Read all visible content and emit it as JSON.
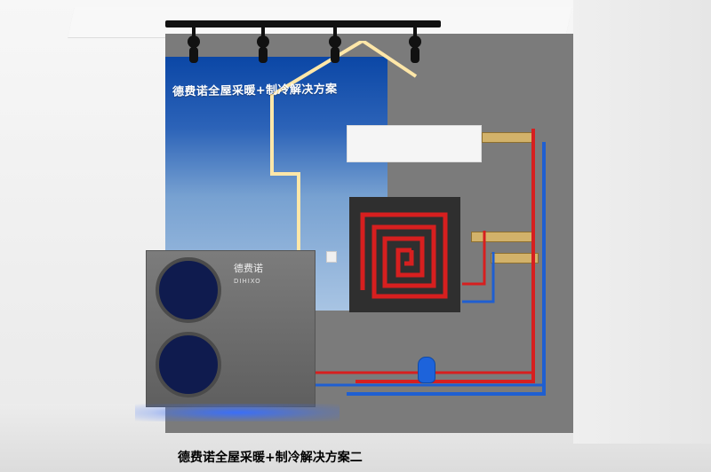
{
  "banner": {
    "text": "德费诺全屋采暖+制冷解决方案"
  },
  "unit": {
    "brand": "德费诺",
    "brand_sub": "DIHIXO"
  },
  "caption": {
    "text": "德费诺全屋采暖+制冷解决方案二"
  },
  "colors": {
    "wall": "#7b7b7b",
    "pipe_red": "#d71f1f",
    "pipe_blue": "#1f5fd1",
    "floor_glow": "#376eff",
    "sky_top": "#0b47a6",
    "sky_bottom": "#a8c4e3"
  },
  "icons": [
    "ceiling-spotlight-icon",
    "fan-icon",
    "thermostat-icon",
    "manifold-icon",
    "expansion-tank-icon"
  ]
}
